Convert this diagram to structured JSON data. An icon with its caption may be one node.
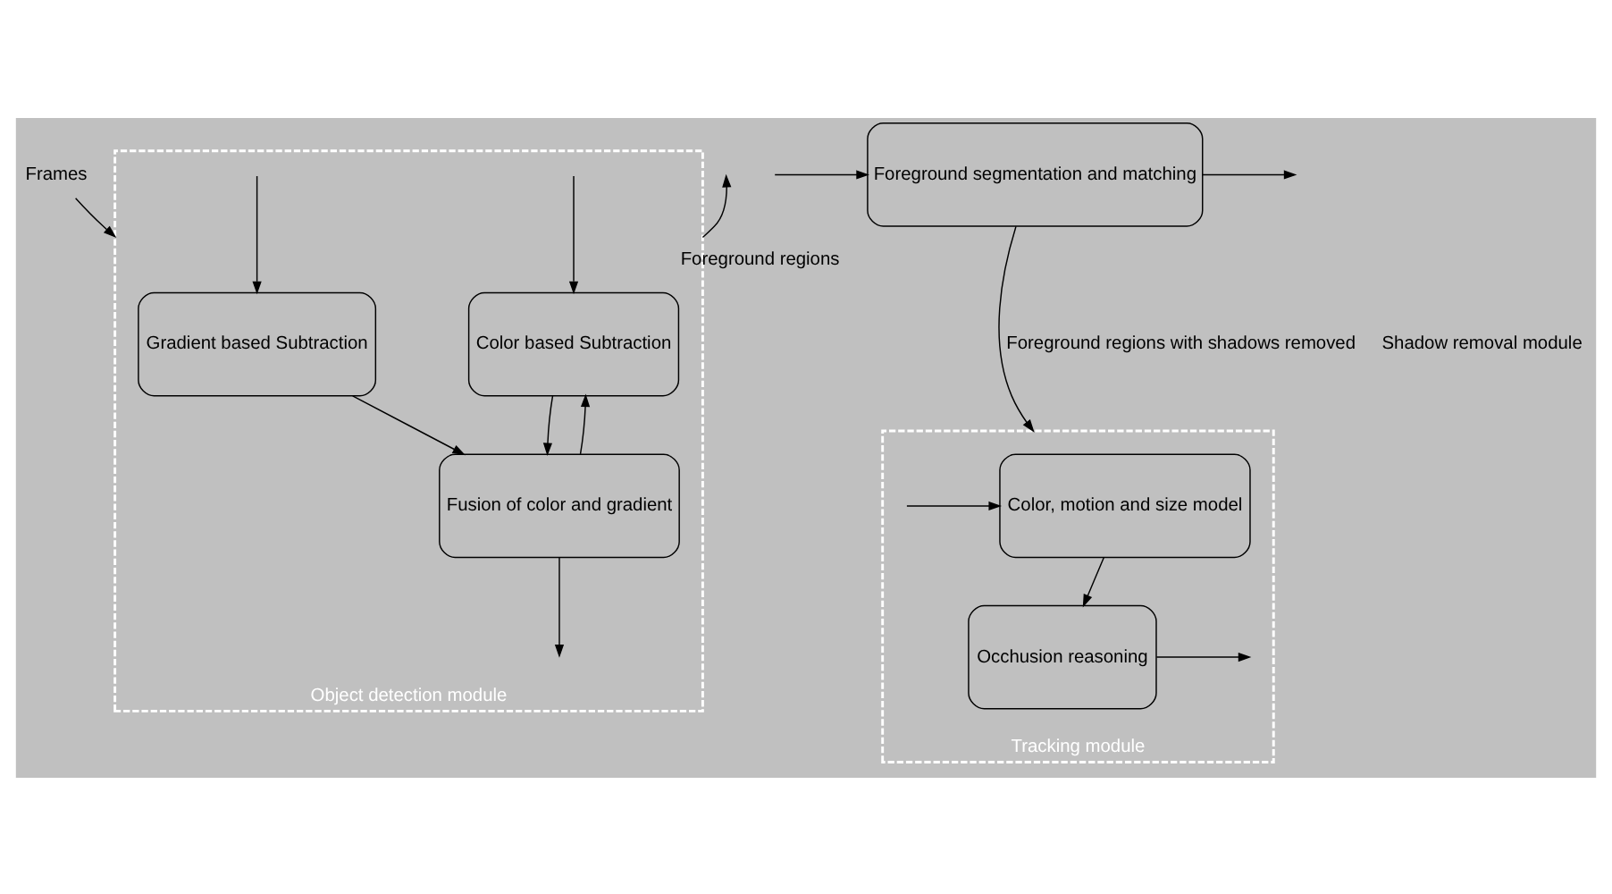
{
  "diagram": {
    "nodes": [
      {
        "text": [
          "Frames"
        ]
      },
      {
        "text": [
          "Object detection module"
        ]
      },
      {
        "text": [
          "Gradient based Subtraction"
        ],
        "in": 1
      },
      {
        "text": [
          "Color based Subtraction"
        ],
        "in": 1
      },
      {
        "text": [
          "Fusion of color and gradient"
        ],
        "in": 1
      },
      {
        "text": [
          "Foreground segmentation and matching"
        ]
      },
      {
        "text": [
          "Tracking module"
        ]
      },
      {
        "text": [
          "Color, motion and size model"
        ],
        "in": 6
      },
      {
        "text": [
          "Occhusion reasoning"
        ],
        "in": 6
      }
    ],
    "edges": [
      {
        "from": 0,
        "to": 1,
        "arrow": "to"
      },
      {
        "from": null,
        "to": 2,
        "arrow": "to"
      },
      {
        "from": null,
        "to": 3,
        "arrow": "to"
      },
      {
        "from": 2,
        "to": 4,
        "arrow": "to"
      },
      {
        "from": 3,
        "to": 4,
        "arrow": "to"
      },
      {
        "from": 4,
        "to": 3,
        "arrow": "to"
      },
      {
        "from": 4,
        "to": null,
        "arrow": "to"
      },
      {
        "from": 1,
        "to": null,
        "arrow": "to",
        "label": "Foreground regions"
      },
      {
        "from": null,
        "to": 5,
        "arrow": "to"
      },
      {
        "from": 5,
        "to": null,
        "arrow": "to"
      },
      {
        "from": 5,
        "to": 6,
        "arrow": "to",
        "label": "Foreground regions with shadows removed"
      },
      {
        "from": null,
        "to": 7,
        "arrow": "to"
      },
      {
        "from": 7,
        "to": 8,
        "arrow": "to"
      },
      {
        "from": 8,
        "to": null,
        "arrow": "to"
      }
    ],
    "labels": [
      "Shadow removal module"
    ]
  }
}
